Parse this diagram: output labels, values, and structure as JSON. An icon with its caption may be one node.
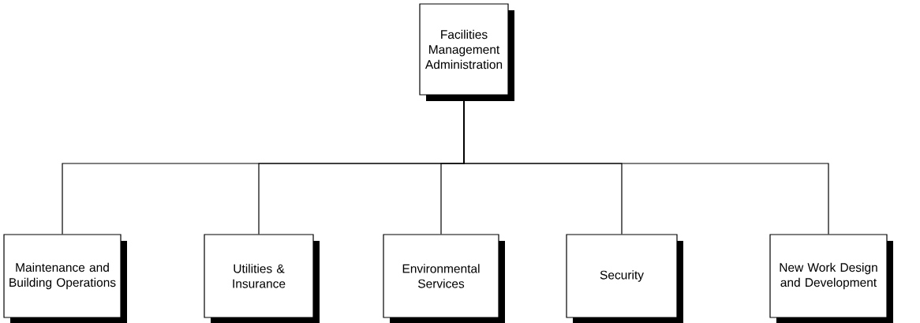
{
  "diagram": {
    "nodes": [
      {
        "text": [
          "Facilities Management Administration"
        ]
      },
      {
        "text": [
          "Maintenance and Building Operations"
        ]
      },
      {
        "text": [
          "Utilities & Insurance"
        ]
      },
      {
        "text": [
          "Environmental Services"
        ]
      },
      {
        "text": [
          "Security"
        ]
      },
      {
        "text": [
          "New Work Design and Development"
        ]
      }
    ],
    "edges": [
      {
        "from": 0,
        "to": 1,
        "arrow": "none"
      },
      {
        "from": 0,
        "to": 2,
        "arrow": "none"
      },
      {
        "from": 0,
        "to": 3,
        "arrow": "none"
      },
      {
        "from": 0,
        "to": 4,
        "arrow": "none"
      },
      {
        "from": 0,
        "to": 5,
        "arrow": "none"
      }
    ]
  }
}
